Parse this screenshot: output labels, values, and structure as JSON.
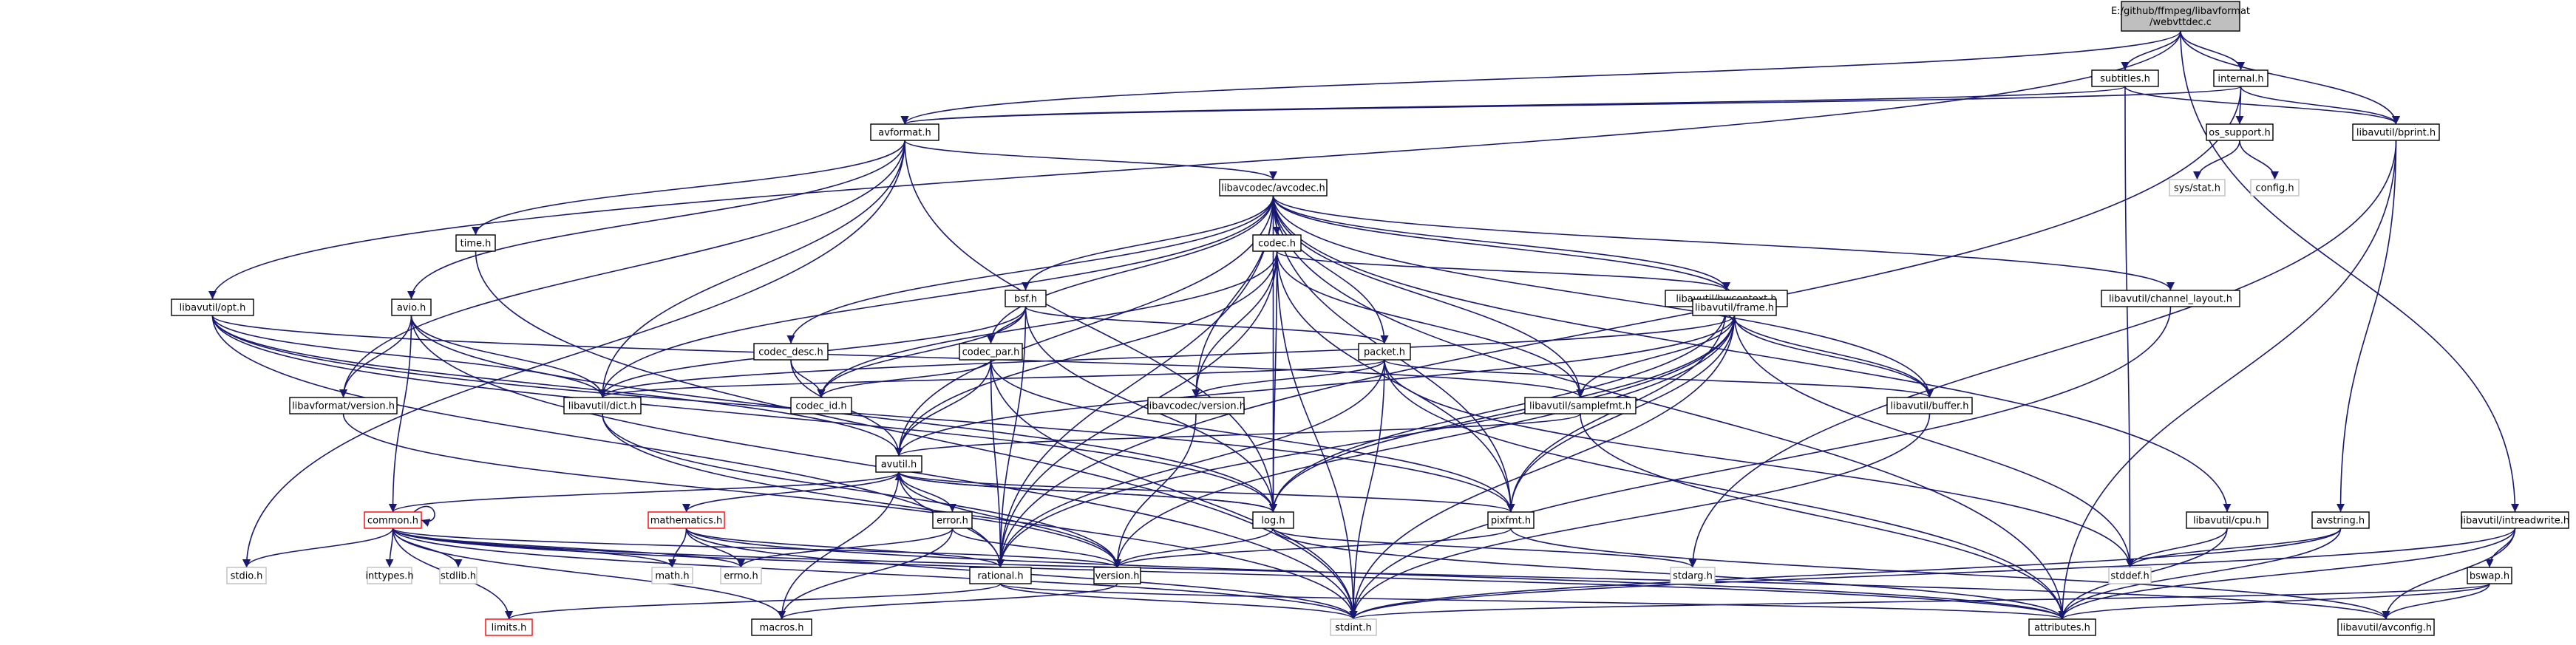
{
  "graph": {
    "type": "include-dependency-graph",
    "root": [
      "E:/github/ffmpeg/libavformat",
      "/webvttdec.c"
    ],
    "nodes": {
      "root": {
        "label": [
          "E:/github/ffmpeg/libavformat",
          "/webvttdec.c"
        ],
        "kind": "root"
      },
      "subtitles": {
        "label": [
          "subtitles.h"
        ],
        "kind": "normal"
      },
      "internal": {
        "label": [
          "internal.h"
        ],
        "kind": "normal"
      },
      "avformat": {
        "label": [
          "avformat.h"
        ],
        "kind": "normal"
      },
      "os_support": {
        "label": [
          "os_support.h"
        ],
        "kind": "normal"
      },
      "bprint": {
        "label": [
          "libavutil/bprint.h"
        ],
        "kind": "normal"
      },
      "sys_stat": {
        "label": [
          "sys/stat.h"
        ],
        "kind": "system"
      },
      "config": {
        "label": [
          "config.h"
        ],
        "kind": "system"
      },
      "avcodec": {
        "label": [
          "libavcodec/avcodec.h"
        ],
        "kind": "normal"
      },
      "time": {
        "label": [
          "time.h"
        ],
        "kind": "normal"
      },
      "codec": {
        "label": [
          "codec.h"
        ],
        "kind": "normal"
      },
      "bsf": {
        "label": [
          "bsf.h"
        ],
        "kind": "normal"
      },
      "hwcontext": {
        "label": [
          "libavutil/hwcontext.h"
        ],
        "kind": "normal"
      },
      "channel_layout": {
        "label": [
          "libavutil/channel_layout.h"
        ],
        "kind": "normal"
      },
      "opt": {
        "label": [
          "libavutil/opt.h"
        ],
        "kind": "normal"
      },
      "avio": {
        "label": [
          "avio.h"
        ],
        "kind": "normal"
      },
      "codec_desc": {
        "label": [
          "codec_desc.h"
        ],
        "kind": "normal"
      },
      "codec_par": {
        "label": [
          "codec_par.h"
        ],
        "kind": "normal"
      },
      "packet": {
        "label": [
          "packet.h"
        ],
        "kind": "normal"
      },
      "frame": {
        "label": [
          "libavutil/frame.h"
        ],
        "kind": "normal"
      },
      "lavf_version": {
        "label": [
          "libavformat/version.h"
        ],
        "kind": "normal"
      },
      "dict": {
        "label": [
          "libavutil/dict.h"
        ],
        "kind": "normal"
      },
      "codec_id": {
        "label": [
          "codec_id.h"
        ],
        "kind": "normal"
      },
      "lavc_version": {
        "label": [
          "libavcodec/version.h"
        ],
        "kind": "normal"
      },
      "samplefmt": {
        "label": [
          "libavutil/samplefmt.h"
        ],
        "kind": "normal"
      },
      "buffer": {
        "label": [
          "libavutil/buffer.h"
        ],
        "kind": "normal"
      },
      "avutil": {
        "label": [
          "avutil.h"
        ],
        "kind": "normal"
      },
      "common": {
        "label": [
          "common.h"
        ],
        "kind": "red"
      },
      "mathematics": {
        "label": [
          "mathematics.h"
        ],
        "kind": "red"
      },
      "error": {
        "label": [
          "error.h"
        ],
        "kind": "normal"
      },
      "log": {
        "label": [
          "log.h"
        ],
        "kind": "normal"
      },
      "pixfmt": {
        "label": [
          "pixfmt.h"
        ],
        "kind": "normal"
      },
      "cpu": {
        "label": [
          "libavutil/cpu.h"
        ],
        "kind": "normal"
      },
      "avstring": {
        "label": [
          "avstring.h"
        ],
        "kind": "normal"
      },
      "intreadwrite": {
        "label": [
          "libavutil/intreadwrite.h"
        ],
        "kind": "normal"
      },
      "stdio": {
        "label": [
          "stdio.h"
        ],
        "kind": "system"
      },
      "inttypes": {
        "label": [
          "inttypes.h"
        ],
        "kind": "system"
      },
      "stdlib": {
        "label": [
          "stdlib.h"
        ],
        "kind": "system"
      },
      "math": {
        "label": [
          "math.h"
        ],
        "kind": "system"
      },
      "errno": {
        "label": [
          "errno.h"
        ],
        "kind": "system"
      },
      "rational": {
        "label": [
          "rational.h"
        ],
        "kind": "normal"
      },
      "version": {
        "label": [
          "version.h"
        ],
        "kind": "normal"
      },
      "stdarg": {
        "label": [
          "stdarg.h"
        ],
        "kind": "system"
      },
      "stddef": {
        "label": [
          "stddef.h"
        ],
        "kind": "system"
      },
      "bswap": {
        "label": [
          "bswap.h"
        ],
        "kind": "normal"
      },
      "limits": {
        "label": [
          "limits.h"
        ],
        "kind": "red"
      },
      "macros": {
        "label": [
          "macros.h"
        ],
        "kind": "normal"
      },
      "stdint": {
        "label": [
          "stdint.h"
        ],
        "kind": "system"
      },
      "attributes": {
        "label": [
          "attributes.h"
        ],
        "kind": "normal"
      },
      "avconfig": {
        "label": [
          "libavutil/avconfig.h"
        ],
        "kind": "normal"
      }
    },
    "edges": [
      [
        "root",
        "subtitles"
      ],
      [
        "root",
        "internal"
      ],
      [
        "root",
        "avformat"
      ],
      [
        "root",
        "bprint"
      ],
      [
        "root",
        "opt"
      ],
      [
        "root",
        "intreadwrite"
      ],
      [
        "subtitles",
        "avformat"
      ],
      [
        "subtitles",
        "bprint"
      ],
      [
        "subtitles",
        "stddef"
      ],
      [
        "internal",
        "avformat"
      ],
      [
        "internal",
        "os_support"
      ],
      [
        "internal",
        "bprint"
      ],
      [
        "internal",
        "rational"
      ],
      [
        "os_support",
        "sys_stat"
      ],
      [
        "os_support",
        "config"
      ],
      [
        "bprint",
        "avstring"
      ],
      [
        "bprint",
        "stdarg"
      ],
      [
        "bprint",
        "attributes"
      ],
      [
        "avformat",
        "avcodec"
      ],
      [
        "avformat",
        "time"
      ],
      [
        "avformat",
        "stdio"
      ],
      [
        "avformat",
        "avio"
      ],
      [
        "avformat",
        "dict"
      ],
      [
        "avformat",
        "log"
      ],
      [
        "avformat",
        "lavf_version"
      ],
      [
        "avcodec",
        "codec"
      ],
      [
        "avcodec",
        "bsf"
      ],
      [
        "avcodec",
        "codec_desc"
      ],
      [
        "avcodec",
        "codec_par"
      ],
      [
        "avcodec",
        "packet"
      ],
      [
        "avcodec",
        "hwcontext"
      ],
      [
        "avcodec",
        "channel_layout"
      ],
      [
        "avcodec",
        "cpu"
      ],
      [
        "avcodec",
        "frame"
      ],
      [
        "avcodec",
        "samplefmt"
      ],
      [
        "avcodec",
        "buffer"
      ],
      [
        "avcodec",
        "dict"
      ],
      [
        "avcodec",
        "lavc_version"
      ],
      [
        "avcodec",
        "pixfmt"
      ],
      [
        "avcodec",
        "avutil"
      ],
      [
        "avcodec",
        "attributes"
      ],
      [
        "avcodec",
        "log"
      ],
      [
        "avcodec",
        "rational"
      ],
      [
        "time",
        "stdint"
      ],
      [
        "codec",
        "codec_id"
      ],
      [
        "codec",
        "lavc_version"
      ],
      [
        "codec",
        "hwcontext"
      ],
      [
        "codec",
        "samplefmt"
      ],
      [
        "codec",
        "log"
      ],
      [
        "codec",
        "pixfmt"
      ],
      [
        "codec",
        "rational"
      ],
      [
        "codec",
        "avutil"
      ],
      [
        "codec",
        "stdint"
      ],
      [
        "bsf",
        "codec_id"
      ],
      [
        "bsf",
        "codec_par"
      ],
      [
        "bsf",
        "packet"
      ],
      [
        "bsf",
        "dict"
      ],
      [
        "bsf",
        "log"
      ],
      [
        "bsf",
        "rational"
      ],
      [
        "hwcontext",
        "frame"
      ],
      [
        "hwcontext",
        "buffer"
      ],
      [
        "hwcontext",
        "pixfmt"
      ],
      [
        "hwcontext",
        "log"
      ],
      [
        "channel_layout",
        "stdint"
      ],
      [
        "opt",
        "dict"
      ],
      [
        "opt",
        "log"
      ],
      [
        "opt",
        "pixfmt"
      ],
      [
        "opt",
        "samplefmt"
      ],
      [
        "opt",
        "rational"
      ],
      [
        "opt",
        "avutil"
      ],
      [
        "avio",
        "common"
      ],
      [
        "avio",
        "dict"
      ],
      [
        "avio",
        "log"
      ],
      [
        "avio",
        "lavf_version"
      ],
      [
        "avio",
        "stdint"
      ],
      [
        "codec_desc",
        "codec_id"
      ],
      [
        "codec_desc",
        "avutil"
      ],
      [
        "codec_par",
        "codec_id"
      ],
      [
        "codec_par",
        "avutil"
      ],
      [
        "codec_par",
        "rational"
      ],
      [
        "codec_par",
        "pixfmt"
      ],
      [
        "codec_par",
        "stdint"
      ],
      [
        "packet",
        "buffer"
      ],
      [
        "packet",
        "dict"
      ],
      [
        "packet",
        "lavc_version"
      ],
      [
        "packet",
        "rational"
      ],
      [
        "packet",
        "attributes"
      ],
      [
        "packet",
        "stddef"
      ],
      [
        "packet",
        "stdint"
      ],
      [
        "frame",
        "avutil"
      ],
      [
        "frame",
        "buffer"
      ],
      [
        "frame",
        "dict"
      ],
      [
        "frame",
        "rational"
      ],
      [
        "frame",
        "samplefmt"
      ],
      [
        "frame",
        "pixfmt"
      ],
      [
        "frame",
        "version"
      ],
      [
        "frame",
        "stddef"
      ],
      [
        "frame",
        "stdint"
      ],
      [
        "frame",
        "log"
      ],
      [
        "lavf_version",
        "version"
      ],
      [
        "dict",
        "stdint"
      ],
      [
        "dict",
        "version"
      ],
      [
        "lavc_version",
        "version"
      ],
      [
        "samplefmt",
        "avutil"
      ],
      [
        "samplefmt",
        "attributes"
      ],
      [
        "buffer",
        "stdint"
      ],
      [
        "avutil",
        "common"
      ],
      [
        "avutil",
        "mathematics"
      ],
      [
        "avutil",
        "error"
      ],
      [
        "avutil",
        "log"
      ],
      [
        "avutil",
        "pixfmt"
      ],
      [
        "avutil",
        "rational"
      ],
      [
        "avutil",
        "version"
      ],
      [
        "avutil",
        "macros"
      ],
      [
        "common",
        "common"
      ],
      [
        "common",
        "stdio"
      ],
      [
        "common",
        "inttypes"
      ],
      [
        "common",
        "stdlib"
      ],
      [
        "common",
        "math"
      ],
      [
        "common",
        "errno"
      ],
      [
        "common",
        "limits"
      ],
      [
        "common",
        "macros"
      ],
      [
        "common",
        "stdint"
      ],
      [
        "common",
        "attributes"
      ],
      [
        "common",
        "version"
      ],
      [
        "common",
        "avconfig"
      ],
      [
        "mathematics",
        "math"
      ],
      [
        "mathematics",
        "rational"
      ],
      [
        "mathematics",
        "stdint"
      ],
      [
        "mathematics",
        "attributes"
      ],
      [
        "mathematics",
        "errno"
      ],
      [
        "error",
        "errno"
      ],
      [
        "error",
        "version"
      ],
      [
        "error",
        "macros"
      ],
      [
        "log",
        "stdarg"
      ],
      [
        "log",
        "version"
      ],
      [
        "log",
        "attributes"
      ],
      [
        "log",
        "avutil"
      ],
      [
        "pixfmt",
        "version"
      ],
      [
        "pixfmt",
        "avconfig"
      ],
      [
        "rational",
        "stdint"
      ],
      [
        "rational",
        "limits"
      ],
      [
        "rational",
        "attributes"
      ],
      [
        "version",
        "macros"
      ],
      [
        "cpu",
        "stddef"
      ],
      [
        "cpu",
        "attributes"
      ],
      [
        "avstring",
        "stddef"
      ],
      [
        "avstring",
        "stdint"
      ],
      [
        "avstring",
        "attributes"
      ],
      [
        "intreadwrite",
        "avconfig"
      ],
      [
        "intreadwrite",
        "attributes"
      ],
      [
        "intreadwrite",
        "bswap"
      ],
      [
        "intreadwrite",
        "stdint"
      ],
      [
        "bswap",
        "avconfig"
      ],
      [
        "bswap",
        "attributes"
      ],
      [
        "bswap",
        "stdint"
      ]
    ]
  }
}
